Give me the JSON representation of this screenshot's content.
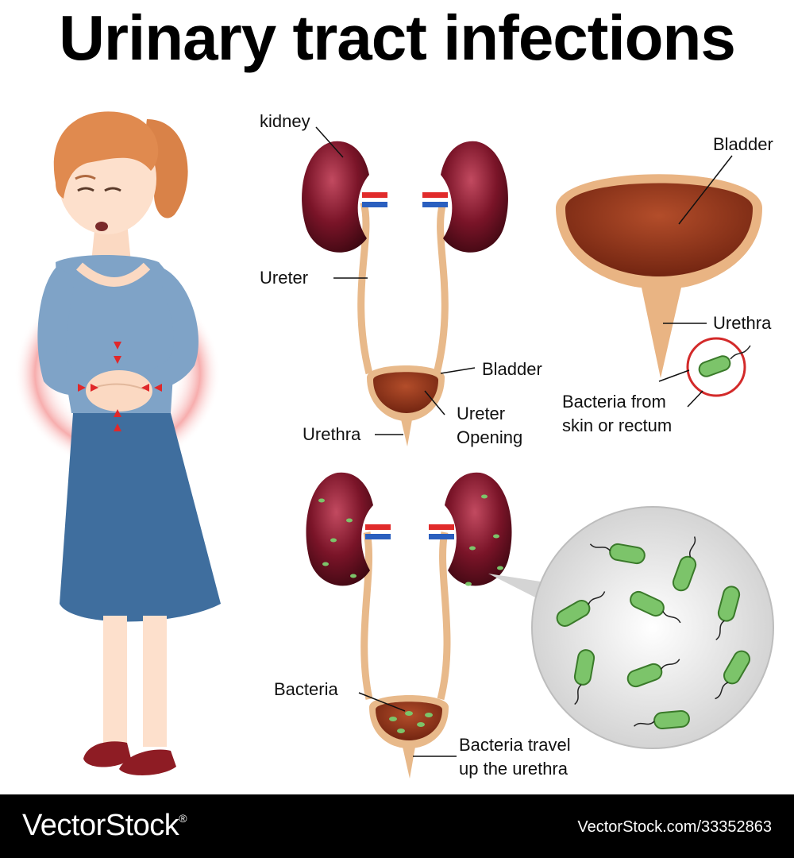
{
  "title": "Urinary tract infections",
  "diagram1": {
    "kidney": "kidney",
    "ureter": "Ureter",
    "bladder": "Bladder",
    "ureter_opening_line1": "Ureter",
    "ureter_opening_line2": "Opening",
    "urethra": "Urethra"
  },
  "diagram2": {
    "bladder": "Bladder",
    "urethra": "Urethra",
    "bacteria_line1": "Bacteria from",
    "bacteria_line2": "skin or rectum"
  },
  "diagram3": {
    "bacteria": "Bacteria",
    "travel_line1": "Bacteria travel",
    "travel_line2": "up the urethra"
  },
  "watermark": {
    "brand": "VectorStock",
    "registered": "®",
    "id": "VectorStock.com/33352863"
  },
  "colors": {
    "kidney": "#7a1428",
    "bacteria": "#7cc46a",
    "bladder_fill": "#8a2e16",
    "tube": "#e8b98a",
    "shirt": "#7fa3c7",
    "skirt": "#3f6e9e",
    "hair": "#d98248",
    "pain_ring": "#f08a8a"
  }
}
